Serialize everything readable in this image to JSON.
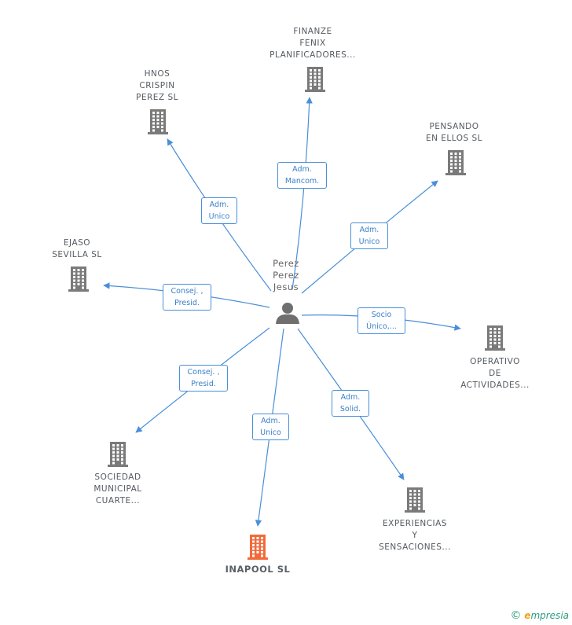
{
  "center": {
    "name": "Perez\nPerez\nJesus",
    "icon": "person-icon"
  },
  "nodes": [
    {
      "id": "finanze",
      "label": "FINANZE\nFENIX\nPLANIFICADORES...",
      "icon": "building-icon",
      "highlight": false,
      "edge_label": "Adm.\nMancom."
    },
    {
      "id": "hnos",
      "label": "HNOS\nCRISPIN\nPEREZ SL",
      "icon": "building-icon",
      "highlight": false,
      "edge_label": "Adm.\nUnico"
    },
    {
      "id": "pensando",
      "label": "PENSANDO\nEN ELLOS SL",
      "icon": "building-icon",
      "highlight": false,
      "edge_label": "Adm.\nUnico"
    },
    {
      "id": "ejaso",
      "label": "EJASO\nSEVILLA SL",
      "icon": "building-icon",
      "highlight": false,
      "edge_label": "Consej. ,\nPresid."
    },
    {
      "id": "operativo",
      "label": "OPERATIVO\nDE\nACTIVIDADES...",
      "icon": "building-icon",
      "highlight": false,
      "edge_label": "Socio\nÚnico,..."
    },
    {
      "id": "sociedad",
      "label": "SOCIEDAD\nMUNICIPAL\nCUARTE...",
      "icon": "building-icon",
      "highlight": false,
      "edge_label": "Consej. ,\nPresid."
    },
    {
      "id": "inapool",
      "label": "INAPOOL SL",
      "icon": "building-icon",
      "highlight": true,
      "edge_label": "Adm.\nUnico"
    },
    {
      "id": "experiencias",
      "label": "EXPERIENCIAS\nY\nSENSACIONES...",
      "icon": "building-icon",
      "highlight": false,
      "edge_label": "Adm.\nSolid."
    }
  ],
  "colors": {
    "edge": "#4a8fd8",
    "building": "#7a7a7a",
    "highlight": "#f26a3b",
    "person": "#6f6f6f"
  },
  "footer": {
    "copyright": "©",
    "brand_e": "e",
    "brand_rest": "mpresia"
  }
}
